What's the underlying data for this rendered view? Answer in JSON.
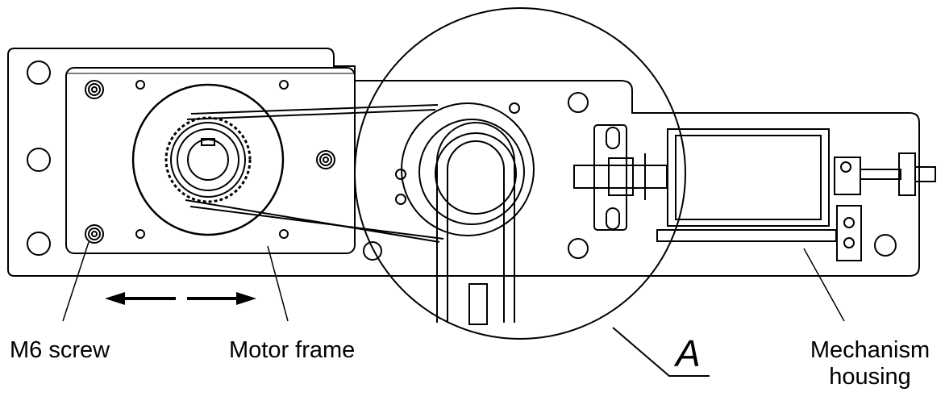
{
  "labels": {
    "m6_screw": "M6 screw",
    "motor_frame": "Motor frame",
    "detail_marker": "A",
    "mechanism_housing_line1": "Mechanism",
    "mechanism_housing_line2": "housing"
  },
  "colors": {
    "line": "#000000",
    "background": "#ffffff"
  },
  "icons": {
    "adjust_direction": "double-arrow-horizontal"
  }
}
